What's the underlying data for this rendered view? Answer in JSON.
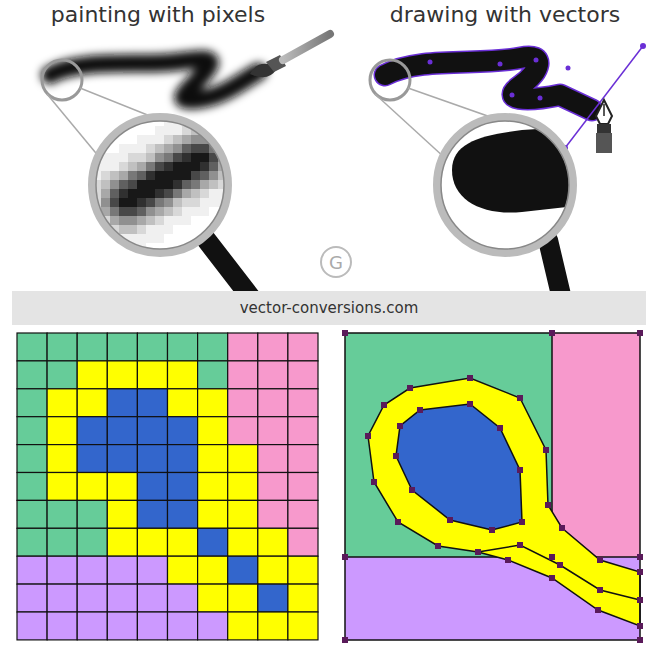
{
  "diagram": {
    "nodes": [
      {
        "text": [
          "G"
        ]
      },
      {
        "text": [
          "vector-conversions.com"
        ]
      }
    ],
    "labels": [
      "painting with pixels",
      "drawing with vectors"
    ]
  }
}
